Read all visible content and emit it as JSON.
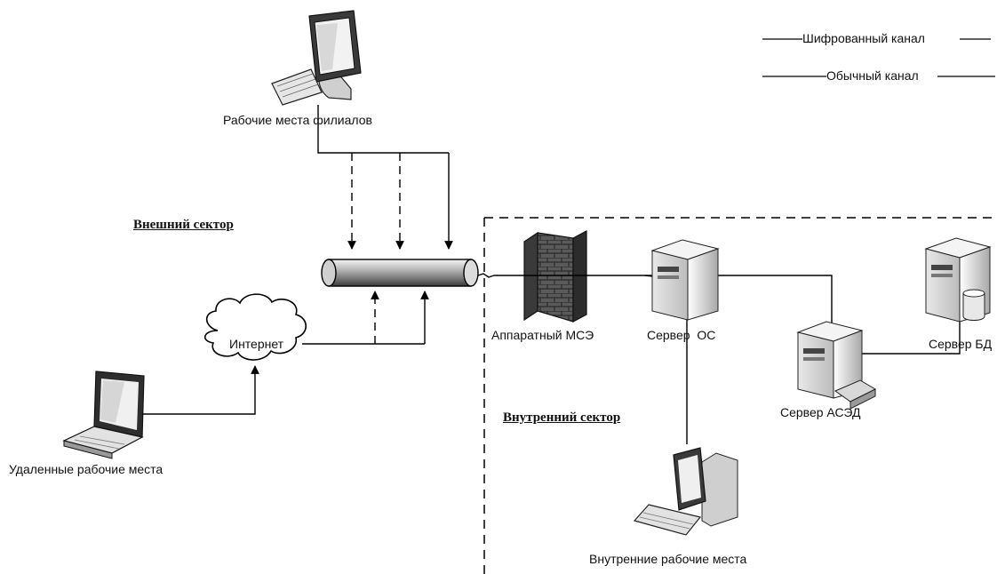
{
  "legend": {
    "encrypted": "Шифрованный канал",
    "ordinary": "Обычный канал"
  },
  "sectors": {
    "external": "Внешний сектор",
    "internal": "Внутренний сектор"
  },
  "nodes": {
    "branch_workstations": "Рабочие места филиалов",
    "internet": "Интернет",
    "remote_workstations": "Удаленные рабочие места",
    "firewall": "Аппаратный МСЭ",
    "os_server": "Сервер  ОС",
    "edms_server": "Сервер АСЭД",
    "db_server": "Сервер БД",
    "internal_workstations": "Внутренние рабочие места"
  }
}
